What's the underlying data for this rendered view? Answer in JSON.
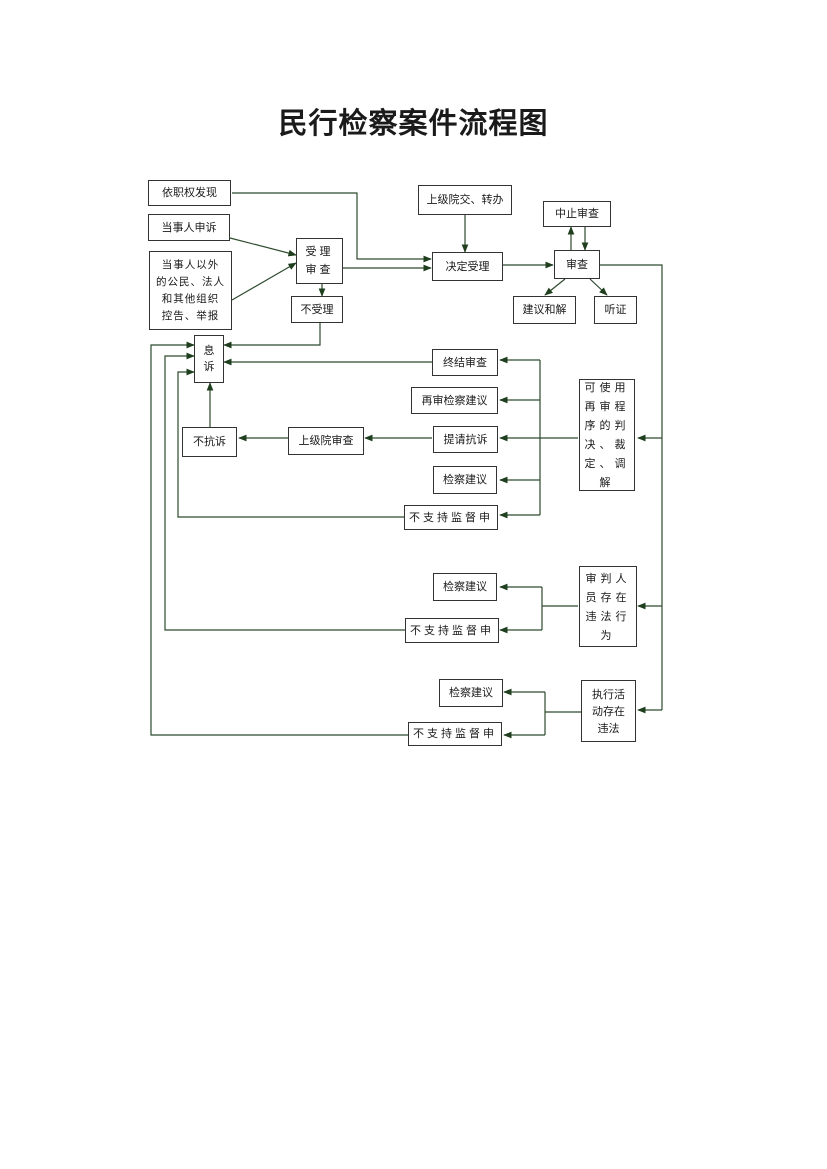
{
  "title": "民行检察案件流程图",
  "nodes": {
    "yizhiquan": "依职权发现",
    "dangshiren_shensu": "当事人申诉",
    "other_parties": "当事人以外\n的公民、法人\n和其他组织\n控告、举报",
    "shouli_shencha": "受理\n审查",
    "bu_shouli": "不受理",
    "shangji_jiaoban": "上级院交、转办",
    "jueding_shouli": "决定受理",
    "zhongzhi_shencha": "中止审查",
    "shencha": "审查",
    "jianyi_hejie": "建议和解",
    "tingzheng": "听证",
    "zongsu": "息\n诉",
    "zhongjie_shencha": "终结审查",
    "zaishen_jiancha_jianyi": "再审检察建议",
    "tiqing_kangsu": "提请抗诉",
    "shangjiyuan_shencha": "上级院审查",
    "bu_kangsu": "不抗诉",
    "jiancha_jianyi_1": "检察建议",
    "buzhichi_1": "不支持监督申",
    "zaishen_cond": "可使用\n再审程\n序的判\n决、裁\n定、调\n解",
    "jiancha_jianyi_2": "检察建议",
    "buzhichi_2": "不支持监督申",
    "shenpan_cond": "审判人\n员存在\n违法行\n为",
    "jiancha_jianyi_3": "检察建议",
    "buzhichi_3": "不支持监督申",
    "zhixing_cond": "执行活\n动存在\n违法"
  }
}
